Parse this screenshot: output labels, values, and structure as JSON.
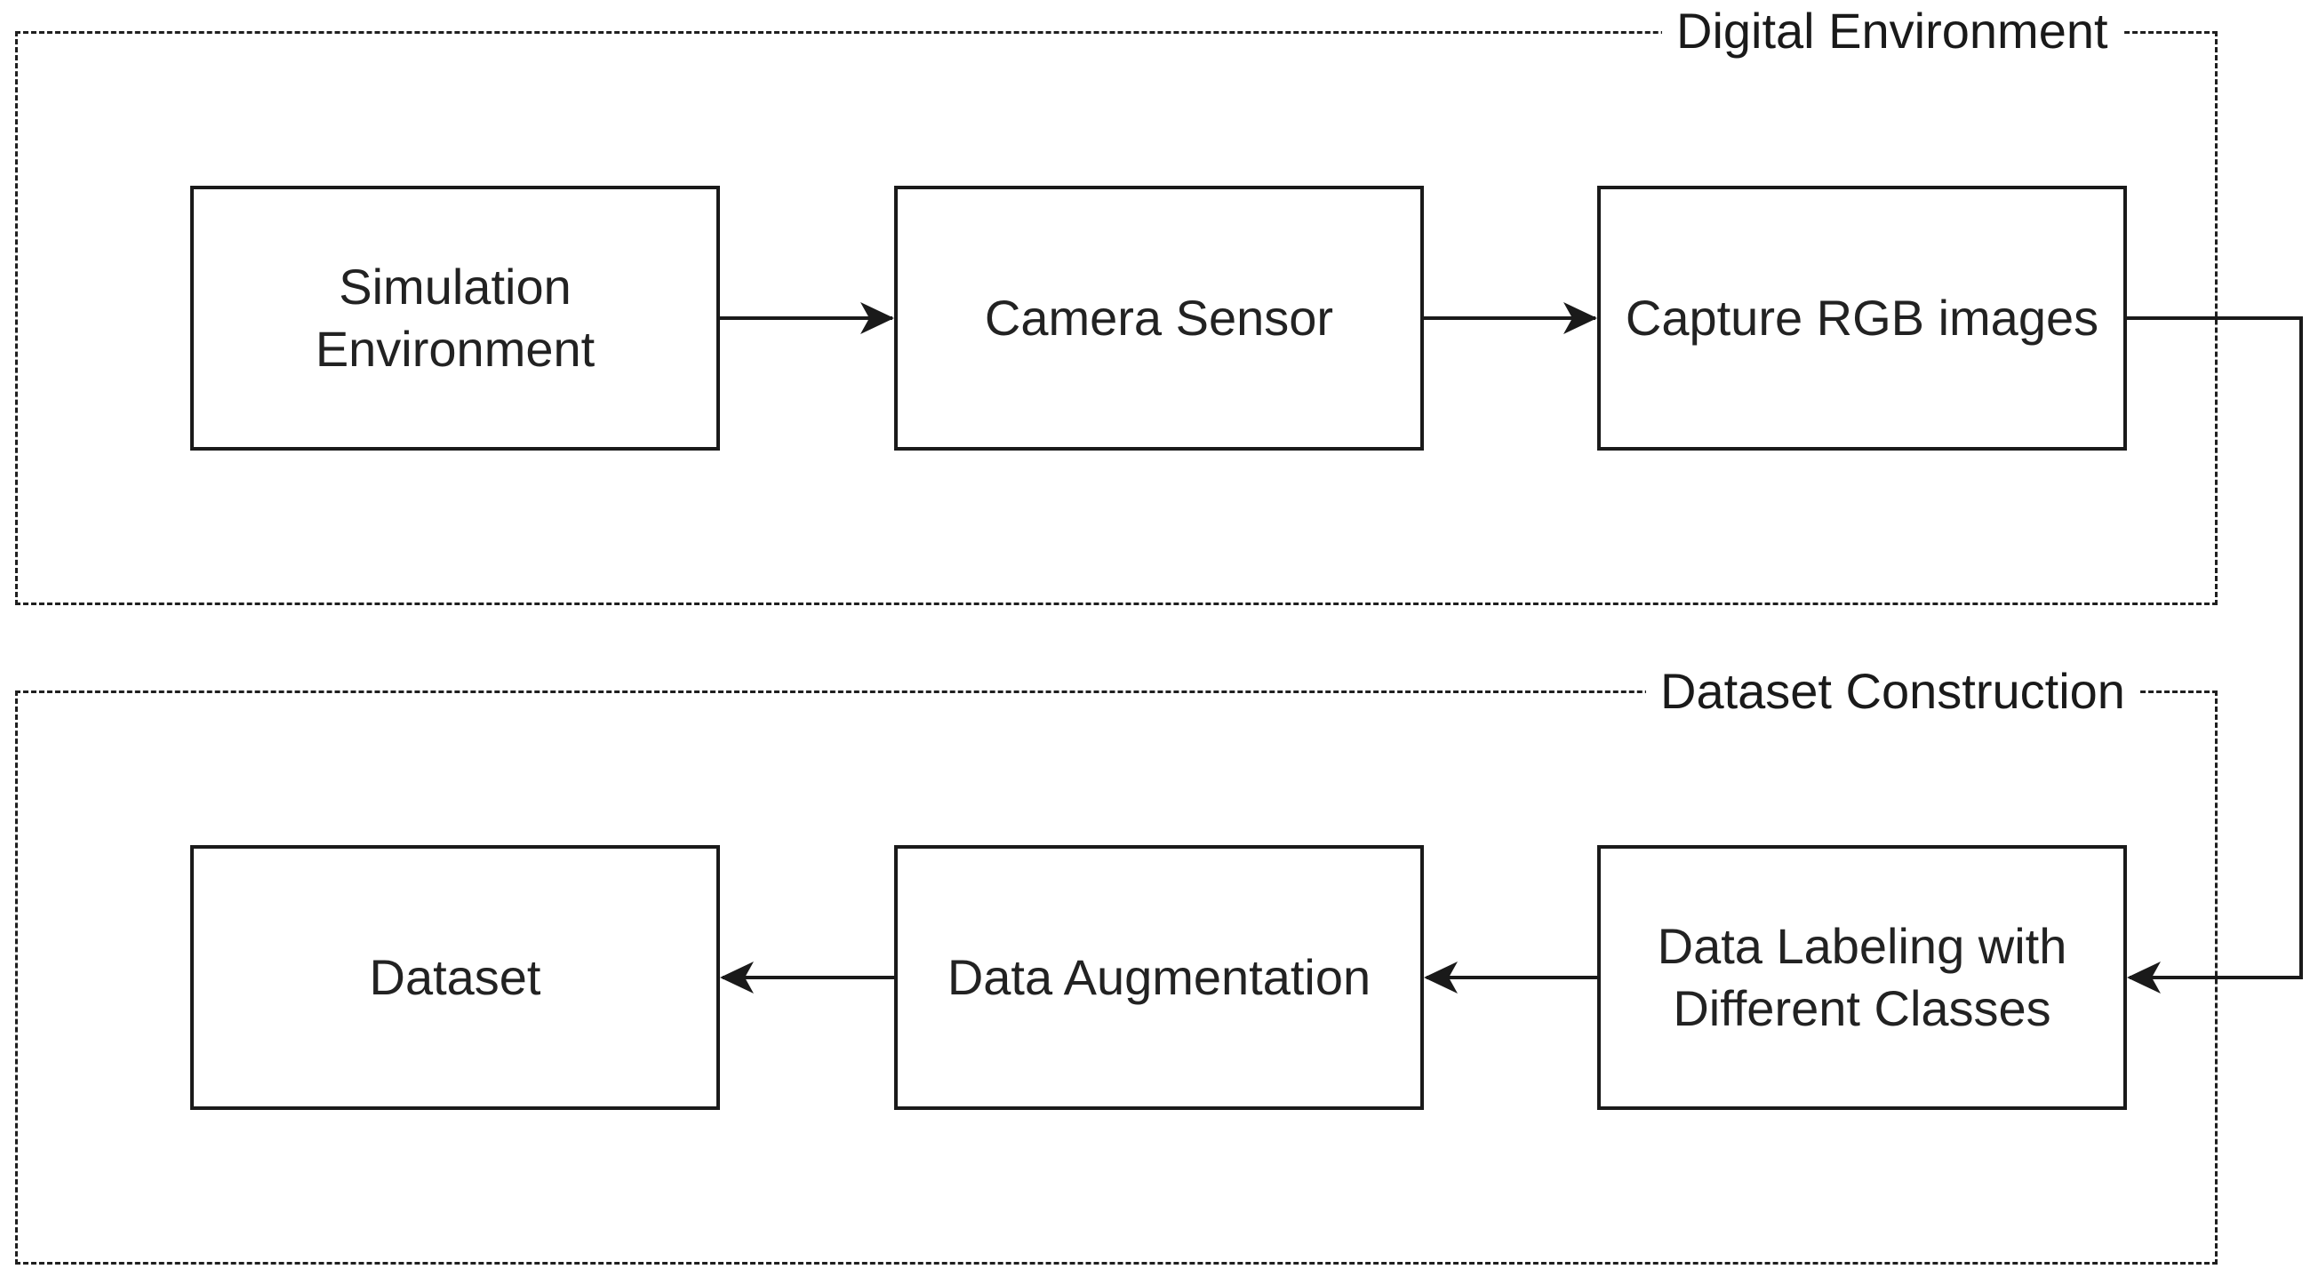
{
  "groups": {
    "digital": {
      "label": "Digital Environment"
    },
    "dataset": {
      "label": "Dataset Construction"
    }
  },
  "boxes": {
    "simulation": {
      "label": "Simulation\nEnvironment"
    },
    "camera": {
      "label": "Camera Sensor"
    },
    "capture": {
      "label": "Capture RGB images"
    },
    "dataset": {
      "label": "Dataset"
    },
    "augmentation": {
      "label": "Data Augmentation"
    },
    "labeling": {
      "label": "Data Labeling with\nDifferent Classes"
    }
  },
  "edges": [
    {
      "from": "simulation",
      "to": "camera"
    },
    {
      "from": "camera",
      "to": "capture"
    },
    {
      "from": "capture",
      "to": "labeling"
    },
    {
      "from": "labeling",
      "to": "augmentation"
    },
    {
      "from": "augmentation",
      "to": "dataset"
    }
  ],
  "colors": {
    "stroke": "#1a1a1a",
    "background": "#ffffff"
  }
}
